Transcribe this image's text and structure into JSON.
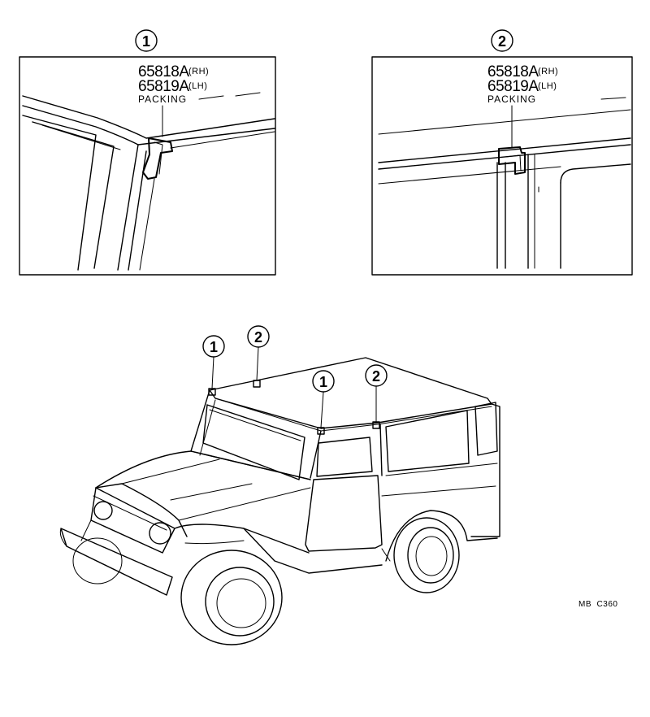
{
  "detail_1": {
    "callout": "1",
    "part_rh": "65818A",
    "side_rh": "(RH)",
    "part_lh": "65819A",
    "side_lh": "(LH)",
    "part_name": "PACKING"
  },
  "detail_2": {
    "callout": "2",
    "part_rh": "65818A",
    "side_rh": "(RH)",
    "part_lh": "65819A",
    "side_lh": "(LH)",
    "part_name": "PACKING"
  },
  "vehicle_callouts": [
    "1",
    "2",
    "1",
    "2"
  ],
  "figure_code": "MB  C360"
}
